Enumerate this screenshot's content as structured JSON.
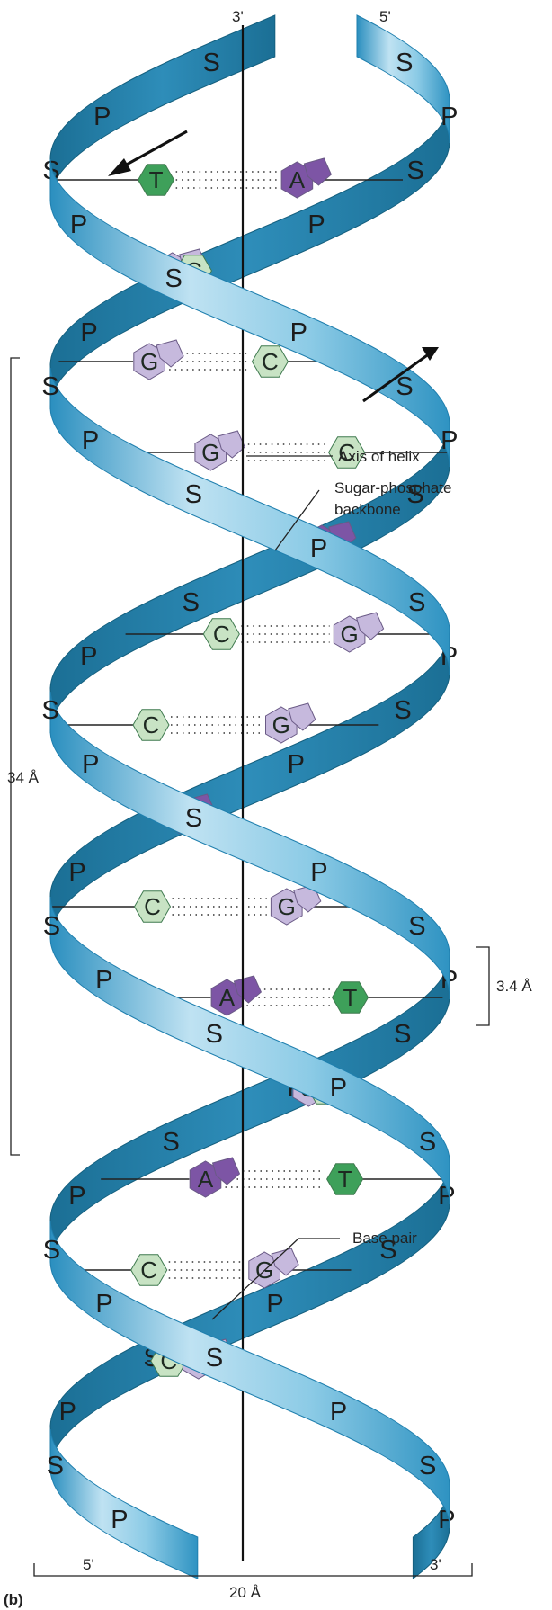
{
  "diagram": {
    "panel_label": "(b)",
    "end_labels": {
      "top_left": "3'",
      "top_right": "5'",
      "bottom_left": "5'",
      "bottom_right": "3'"
    },
    "annotations": {
      "axis": "Axis of helix",
      "backbone_line1": "Sugar-phosphate",
      "backbone_line2": "backbone",
      "base_pair": "Base pair"
    },
    "dimensions": {
      "pitch": "34 Å",
      "rise": "3.4 Å",
      "width": "20 Å"
    },
    "base_pairs": [
      [
        "T",
        "A"
      ],
      [
        "C",
        "G"
      ],
      [
        "G",
        "C"
      ],
      [
        "C",
        "G"
      ],
      [
        "T",
        "A"
      ],
      [
        "G",
        "C"
      ],
      [
        "C",
        "G"
      ],
      [
        "T",
        "A"
      ],
      [
        "C",
        "G"
      ],
      [
        "T",
        "A"
      ],
      [
        "G",
        "C"
      ],
      [
        "T",
        "A"
      ],
      [
        "C",
        "G"
      ],
      [
        "G",
        "C"
      ]
    ],
    "backbone_letters": {
      "sugar": "S",
      "phosphate": "P"
    },
    "colors": {
      "ribbon_light": "#bfe2f2",
      "ribbon_mid": "#4bb0d8",
      "ribbon_dark": "#1b6f95",
      "A": "#7d55a5",
      "G": "#c6b9dd",
      "T": "#3ea05a",
      "C": "#c8e3c4"
    }
  }
}
